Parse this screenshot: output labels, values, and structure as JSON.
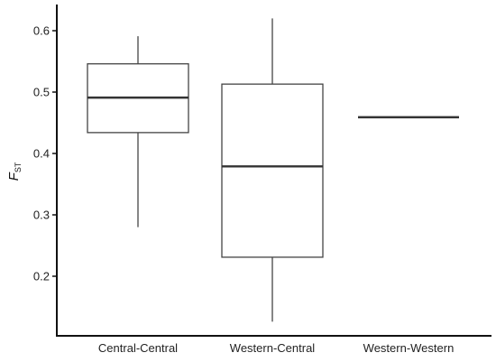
{
  "chart_data": {
    "type": "boxplot",
    "ylabel": {
      "main": "F",
      "subscript": "ST"
    },
    "xlabel": "",
    "ylim": [
      0.115,
      0.645
    ],
    "yticks": [
      0.2,
      0.3,
      0.4,
      0.5,
      0.6
    ],
    "ytick_labels": [
      "0.2",
      "0.3",
      "0.4",
      "0.5",
      "0.6"
    ],
    "categories": [
      "Central-Central",
      "Western-Central",
      "Western-Western"
    ],
    "boxes": [
      {
        "category": "Central-Central",
        "whisker_low": 0.28,
        "q1": 0.434,
        "median": 0.491,
        "q3": 0.546,
        "whisker_high": 0.591
      },
      {
        "category": "Western-Central",
        "whisker_low": 0.126,
        "q1": 0.231,
        "median": 0.379,
        "q3": 0.513,
        "whisker_high": 0.62
      },
      {
        "category": "Western-Western",
        "whisker_low": 0.459,
        "q1": 0.459,
        "median": 0.459,
        "q3": 0.459,
        "whisker_high": 0.459
      }
    ],
    "grid": false,
    "legend": "none"
  }
}
